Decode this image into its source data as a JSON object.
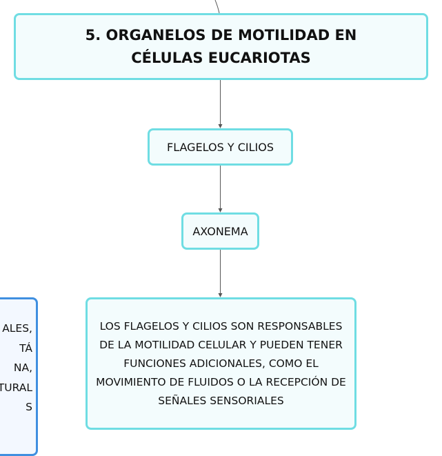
{
  "diagram": {
    "title": "5. ORGANELOS DE MOTILIDAD EN CÉLULAS EUCARIOTAS",
    "nodes": {
      "flagelos": "FLAGELOS Y CILIOS",
      "axonema": "AXONEMA",
      "description": "LOS FLAGELOS Y CILIOS SON RESPONSABLES DE LA MOTILIDAD CELULAR Y PUEDEN TENER FUNCIONES ADICIONALES, COMO EL MOVIMIENTO DE FLUIDOS O LA RECEPCIÓN DE SEÑALES SENSORIALES"
    },
    "partial_left_node_lines": [
      "ALES,",
      "TÁ",
      "NA,",
      "TURAL",
      "S"
    ]
  },
  "colors": {
    "node_border": "#6fdde3",
    "node_fill": "#f3fcfd",
    "partial_node_border": "#3f8fe0",
    "partial_node_fill": "#f3f8ff",
    "connector": "#555555"
  }
}
